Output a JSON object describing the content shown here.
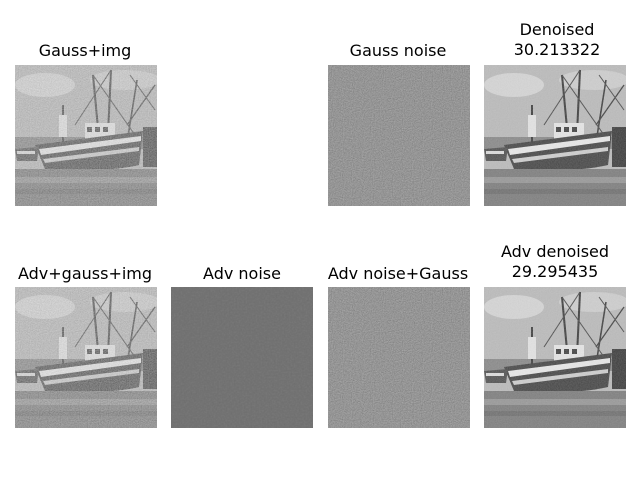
{
  "colors": {
    "background": "#ffffff",
    "gauss_noise_gray": "#7a7a7a",
    "adv_noise_gray": "#6c6c6c",
    "sky": "#bdbdbd",
    "hull": "#3a3a3a"
  },
  "panels": {
    "gauss_img": {
      "title": "Gauss+img"
    },
    "gauss_noise": {
      "title": "Gauss noise"
    },
    "denoised": {
      "title": "Denoised",
      "score": "30.213322"
    },
    "adv_gauss_img": {
      "title": "Adv+gauss+img"
    },
    "adv_noise": {
      "title": "Adv noise"
    },
    "adv_noise_gauss": {
      "title": "Adv noise+Gauss"
    },
    "adv_denoised": {
      "title": "Adv denoised",
      "score": "29.295435"
    }
  }
}
